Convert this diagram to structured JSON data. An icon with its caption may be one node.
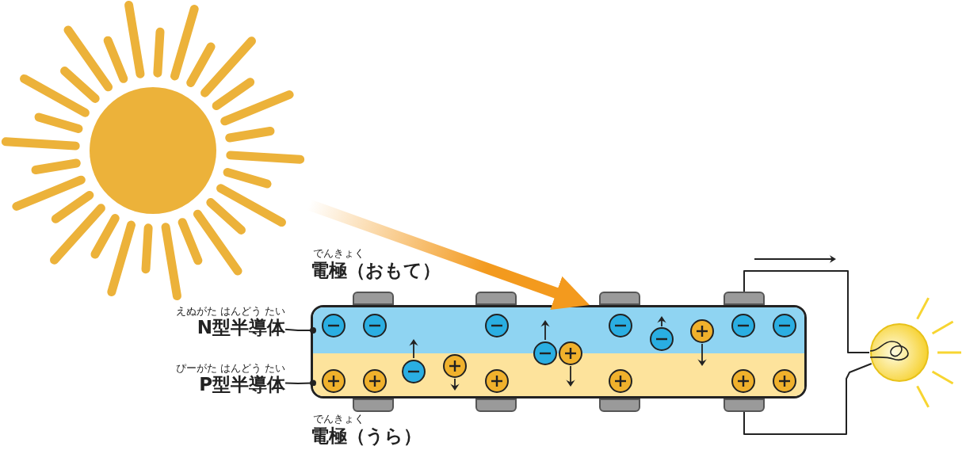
{
  "diagram": {
    "nodes": [
      {
        "text": [],
        "shape": "picture"
      },
      {
        "text": [
          "えぬがた はんどう たい",
          "N型半導体"
        ]
      },
      {
        "text": [
          "ぴーがた はんどう たい",
          "P型半導体"
        ]
      },
      {
        "text": [],
        "shape": "box"
      },
      {
        "text": [],
        "shape": "box",
        "in": 3
      },
      {
        "text": [],
        "shape": "box",
        "in": 3
      },
      {
        "text": [],
        "shape": "box"
      },
      {
        "text": [],
        "shape": "box"
      },
      {
        "text": [],
        "shape": "box"
      },
      {
        "text": [],
        "shape": "box"
      },
      {
        "text": [],
        "shape": "box"
      },
      {
        "text": [],
        "shape": "box"
      },
      {
        "text": [],
        "shape": "box"
      },
      {
        "text": [],
        "shape": "box"
      },
      {
        "text": [],
        "shape": "picture"
      }
    ],
    "edges": [
      {
        "from": 0,
        "to": 3,
        "arrow": "to",
        "style": "thick",
        "color": "#f39a1e"
      },
      {
        "from": 1,
        "to": 4,
        "arrow": "other"
      },
      {
        "from": 2,
        "to": 5,
        "arrow": "other"
      },
      {
        "from": 9,
        "to": 14,
        "arrow": "none"
      },
      {
        "from": 14,
        "to": 13,
        "arrow": "none"
      }
    ],
    "labels": [
      "でんきょく",
      "電極（おもて）",
      "でんきょく",
      "電極（うら）"
    ]
  }
}
